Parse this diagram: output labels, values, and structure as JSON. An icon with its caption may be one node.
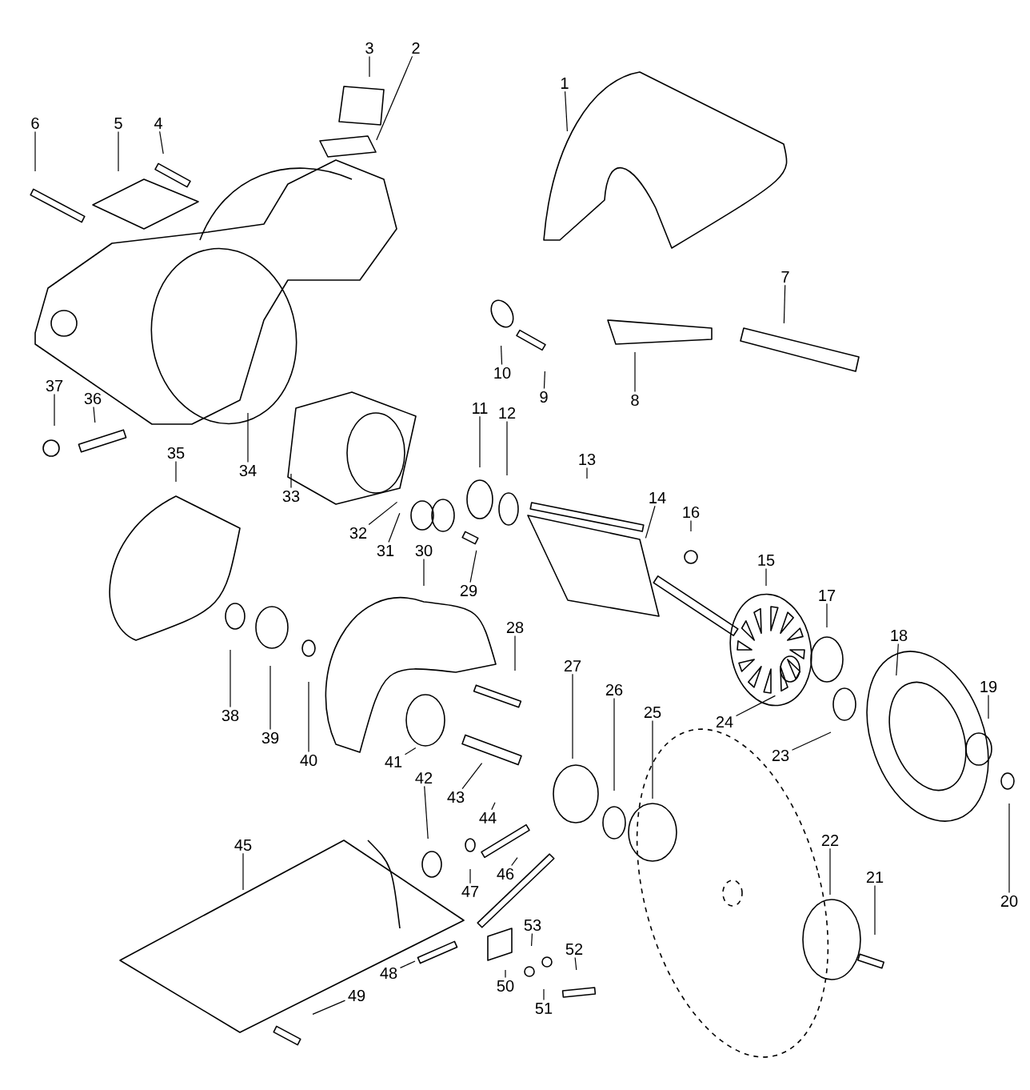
{
  "diagram": {
    "nodes": [
      {
        "text": [
          "1"
        ]
      },
      {
        "text": [
          "2"
        ]
      },
      {
        "text": [
          "3"
        ]
      },
      {
        "text": [
          "4"
        ]
      },
      {
        "text": [
          "5"
        ]
      },
      {
        "text": [
          "6"
        ]
      },
      {
        "text": [
          "7"
        ]
      },
      {
        "text": [
          "8"
        ]
      },
      {
        "text": [
          "9"
        ]
      },
      {
        "text": [
          "10"
        ]
      },
      {
        "text": [
          "11"
        ]
      },
      {
        "text": [
          "12"
        ]
      },
      {
        "text": [
          "13"
        ]
      },
      {
        "text": [
          "14"
        ]
      },
      {
        "text": [
          "15"
        ]
      },
      {
        "text": [
          "16"
        ]
      },
      {
        "text": [
          "17"
        ]
      },
      {
        "text": [
          "18"
        ]
      },
      {
        "text": [
          "19"
        ]
      },
      {
        "text": [
          "20"
        ]
      },
      {
        "text": [
          "21"
        ]
      },
      {
        "text": [
          "22"
        ]
      },
      {
        "text": [
          "23"
        ]
      },
      {
        "text": [
          "24"
        ]
      },
      {
        "text": [
          "25"
        ]
      },
      {
        "text": [
          "26"
        ]
      },
      {
        "text": [
          "27"
        ]
      },
      {
        "text": [
          "28"
        ]
      },
      {
        "text": [
          "29"
        ]
      },
      {
        "text": [
          "30"
        ]
      },
      {
        "text": [
          "31"
        ]
      },
      {
        "text": [
          "32"
        ]
      },
      {
        "text": [
          "33"
        ]
      },
      {
        "text": [
          "34"
        ]
      },
      {
        "text": [
          "35"
        ]
      },
      {
        "text": [
          "36"
        ]
      },
      {
        "text": [
          "37"
        ]
      },
      {
        "text": [
          "38"
        ]
      },
      {
        "text": [
          "39"
        ]
      },
      {
        "text": [
          "40"
        ]
      },
      {
        "text": [
          "41"
        ]
      },
      {
        "text": [
          "42"
        ]
      },
      {
        "text": [
          "43"
        ]
      },
      {
        "text": [
          "44"
        ]
      },
      {
        "text": [
          "45"
        ]
      },
      {
        "text": [
          "46"
        ]
      },
      {
        "text": [
          "47"
        ]
      },
      {
        "text": [
          "48"
        ]
      },
      {
        "text": [
          "49"
        ]
      },
      {
        "text": [
          "50"
        ]
      },
      {
        "text": [
          "51"
        ]
      },
      {
        "text": [
          "52"
        ]
      },
      {
        "text": [
          "53"
        ]
      }
    ],
    "edges": [
      {
        "from": 0,
        "to": null,
        "arrow": "none"
      },
      {
        "from": 1,
        "to": null,
        "arrow": "none"
      },
      {
        "from": 2,
        "to": null,
        "arrow": "none"
      },
      {
        "from": 3,
        "to": null,
        "arrow": "none"
      },
      {
        "from": 4,
        "to": null,
        "arrow": "none"
      },
      {
        "from": 5,
        "to": null,
        "arrow": "none"
      },
      {
        "from": 6,
        "to": null,
        "arrow": "none"
      },
      {
        "from": 7,
        "to": null,
        "arrow": "none"
      },
      {
        "from": 8,
        "to": null,
        "arrow": "none"
      },
      {
        "from": 9,
        "to": null,
        "arrow": "none"
      },
      {
        "from": 10,
        "to": null,
        "arrow": "none"
      },
      {
        "from": 11,
        "to": null,
        "arrow": "none"
      },
      {
        "from": 12,
        "to": null,
        "arrow": "none"
      },
      {
        "from": 13,
        "to": null,
        "arrow": "none"
      },
      {
        "from": 14,
        "to": null,
        "arrow": "none"
      },
      {
        "from": 15,
        "to": null,
        "arrow": "none"
      },
      {
        "from": 16,
        "to": null,
        "arrow": "none"
      },
      {
        "from": 17,
        "to": null,
        "arrow": "none"
      },
      {
        "from": 18,
        "to": null,
        "arrow": "none"
      },
      {
        "from": 19,
        "to": null,
        "arrow": "none"
      },
      {
        "from": 20,
        "to": null,
        "arrow": "none"
      },
      {
        "from": 21,
        "to": null,
        "arrow": "none"
      },
      {
        "from": 22,
        "to": null,
        "arrow": "none"
      },
      {
        "from": 23,
        "to": null,
        "arrow": "none"
      },
      {
        "from": 24,
        "to": null,
        "arrow": "none"
      },
      {
        "from": 25,
        "to": null,
        "arrow": "none"
      },
      {
        "from": 26,
        "to": null,
        "arrow": "none"
      },
      {
        "from": 27,
        "to": null,
        "arrow": "none"
      },
      {
        "from": 28,
        "to": null,
        "arrow": "none"
      },
      {
        "from": 29,
        "to": null,
        "arrow": "none"
      },
      {
        "from": 30,
        "to": null,
        "arrow": "none"
      },
      {
        "from": 31,
        "to": null,
        "arrow": "none"
      },
      {
        "from": 32,
        "to": null,
        "arrow": "none"
      },
      {
        "from": 33,
        "to": null,
        "arrow": "none"
      },
      {
        "from": 34,
        "to": null,
        "arrow": "none"
      },
      {
        "from": 35,
        "to": null,
        "arrow": "none"
      },
      {
        "from": 36,
        "to": null,
        "arrow": "none"
      },
      {
        "from": 37,
        "to": null,
        "arrow": "none"
      },
      {
        "from": 38,
        "to": null,
        "arrow": "none"
      },
      {
        "from": 39,
        "to": null,
        "arrow": "none"
      },
      {
        "from": 40,
        "to": null,
        "arrow": "none"
      },
      {
        "from": 41,
        "to": null,
        "arrow": "none"
      },
      {
        "from": 42,
        "to": null,
        "arrow": "none"
      },
      {
        "from": 43,
        "to": null,
        "arrow": "none"
      },
      {
        "from": 44,
        "to": null,
        "arrow": "none"
      },
      {
        "from": 45,
        "to": null,
        "arrow": "none"
      },
      {
        "from": 46,
        "to": null,
        "arrow": "none"
      },
      {
        "from": 47,
        "to": null,
        "arrow": "none"
      },
      {
        "from": 48,
        "to": null,
        "arrow": "none"
      },
      {
        "from": 49,
        "to": null,
        "arrow": "none"
      },
      {
        "from": 50,
        "to": null,
        "arrow": "none"
      },
      {
        "from": 51,
        "to": null,
        "arrow": "none"
      },
      {
        "from": 52,
        "to": null,
        "arrow": "none"
      }
    ]
  }
}
